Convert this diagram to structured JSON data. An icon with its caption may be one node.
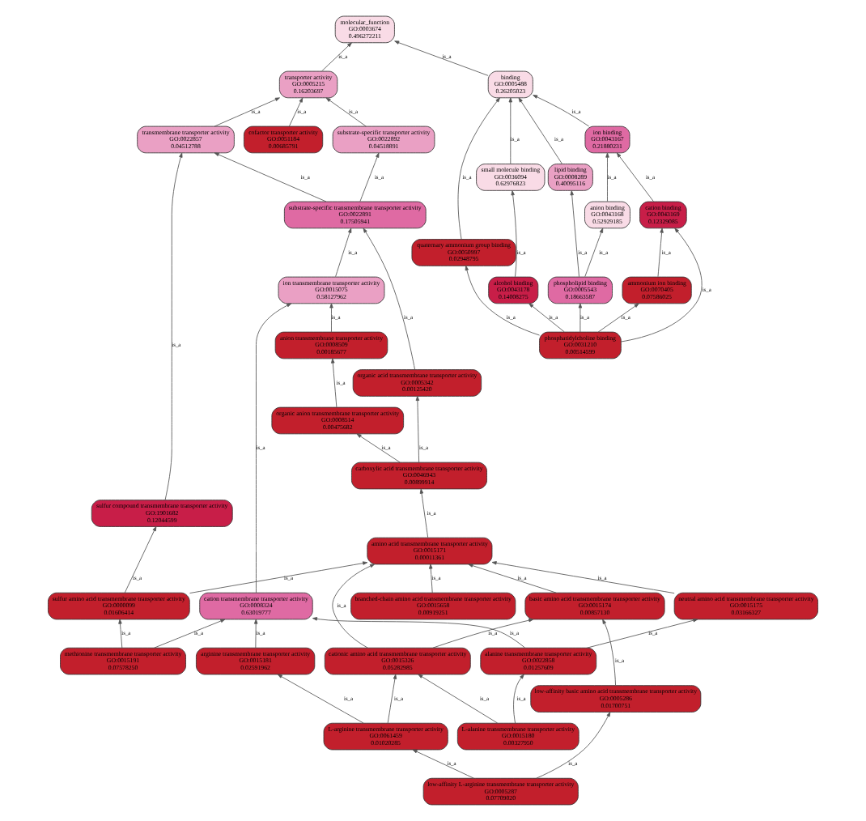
{
  "diagram": {
    "nodes": [
      {
        "text": [
          "molecular_function",
          "GO:0003674",
          "0.496272211"
        ]
      },
      {
        "text": [
          "transporter activity",
          "GO:0005215",
          "0.16203697"
        ]
      },
      {
        "text": [
          "binding",
          "GO:0005488",
          "0.26205023"
        ]
      },
      {
        "text": [
          "transmembrane transporter activity",
          "GO:0022857",
          "0.04512788"
        ]
      },
      {
        "text": [
          "cofactor transporter activity",
          "GO:0051184",
          "0.00685791"
        ]
      },
      {
        "text": [
          "substrate-specific transporter activity",
          "GO:0022892",
          "0.04518891"
        ]
      },
      {
        "text": [
          "small molecule binding",
          "GO:0036094",
          "0.62976823"
        ]
      },
      {
        "text": [
          "ion binding",
          "GO:0043167",
          "0.21880231"
        ]
      },
      {
        "text": [
          "quaternary ammonium group binding",
          "GO:0050997",
          "0.02948795"
        ]
      },
      {
        "text": [
          "lipid binding",
          "GO:0008289",
          "0.40095116"
        ]
      },
      {
        "text": [
          "anion binding",
          "GO:0043168",
          "0.52929185"
        ]
      },
      {
        "text": [
          "cation binding",
          "GO:0043169",
          "0.12329085"
        ]
      },
      {
        "text": [
          "substrate-specific transmembrane transporter activity",
          "GO:0022891",
          "0.17505941"
        ]
      },
      {
        "text": [
          "alcohol binding",
          "GO:0043178",
          "0.14008275"
        ]
      },
      {
        "text": [
          "ion transmembrane transporter activity",
          "GO:0015075",
          "0.58127962"
        ]
      },
      {
        "text": [
          "organic acid transmembrane transporter activity",
          "GO:0005342",
          "0.00125420"
        ]
      },
      {
        "text": [
          "phospholipid binding",
          "GO:0005543",
          "0.18663587"
        ]
      },
      {
        "text": [
          "ammonium ion binding",
          "GO:0070405",
          "0.07586025"
        ]
      },
      {
        "text": [
          "anion transmembrane transporter activity",
          "GO:0008509",
          "0.00185677"
        ]
      },
      {
        "text": [
          "sulfur compound transmembrane transporter activity",
          "GO:1901682",
          "0.12044599"
        ]
      },
      {
        "text": [
          "phosphatidylcholine binding",
          "GO:0031210",
          "0.00514599"
        ]
      },
      {
        "text": [
          "organic anion transmembrane transporter activity",
          "GO:0008514",
          "0.00475682"
        ]
      },
      {
        "text": [
          "carboxylic acid transmembrane transporter activity",
          "GO:0046943",
          "0.00899914"
        ]
      },
      {
        "text": [
          "amino acid transmembrane transporter activity",
          "GO:0015171",
          "0.00011361"
        ]
      },
      {
        "text": [
          "sulfur amino acid transmembrane transporter activity",
          "GO:0000099",
          "0.01606414"
        ]
      },
      {
        "text": [
          "cation transmembrane transporter activity",
          "GO:0008324",
          "0.63019777"
        ]
      },
      {
        "text": [
          "basic amino acid transmembrane transporter activity",
          "GO:0015174",
          "0.00857130"
        ]
      },
      {
        "text": [
          "neutral amino acid transmembrane transporter activity",
          "GO:0015175",
          "0.03166327"
        ]
      },
      {
        "text": [
          "branched-chain amino acid transmembrane transporter activity",
          "GO:0015658",
          "0.00919251"
        ]
      },
      {
        "text": [
          "methionine transmembrane transporter activity",
          "GO:0015191",
          "0.07578250"
        ]
      },
      {
        "text": [
          "arginine transmembrane transporter activity",
          "GO:0015181",
          "0.02591962"
        ]
      },
      {
        "text": [
          "cationic amino acid transmembrane transporter activity",
          "GO:0015326",
          "0.05282985"
        ]
      },
      {
        "text": [
          "alanine transmembrane transporter activity",
          "GO:0022858",
          "0.01257609"
        ]
      },
      {
        "text": [
          "low-affinity basic amino acid transmembrane transporter activity",
          "GO:0005286",
          "0.01700751"
        ]
      },
      {
        "text": [
          "L-arginine transmembrane transporter activity",
          "GO:0061459",
          "0.01020285"
        ]
      },
      {
        "text": [
          "L-alanine transmembrane transporter activity",
          "GO:0015180",
          "0.00327950"
        ]
      },
      {
        "text": [
          "low-affinity L-arginine transmembrane transporter activity",
          "GO:0005287",
          "0.07709020"
        ]
      }
    ],
    "edges": [
      {
        "from": 1,
        "to": 0,
        "arrow": "to",
        "label": "is_a"
      },
      {
        "from": 2,
        "to": 0,
        "arrow": "to",
        "label": "is_a"
      },
      {
        "from": 3,
        "to": 1,
        "arrow": "to",
        "label": "is_a"
      },
      {
        "from": 4,
        "to": 1,
        "arrow": "to",
        "label": "is_a"
      },
      {
        "from": 5,
        "to": 1,
        "arrow": "to",
        "label": "is_a"
      },
      {
        "from": 6,
        "to": 2,
        "arrow": "to",
        "label": "is_a"
      },
      {
        "from": 7,
        "to": 2,
        "arrow": "to",
        "label": "is_a"
      },
      {
        "from": 8,
        "to": 2,
        "arrow": "to",
        "label": "is_a"
      },
      {
        "from": 9,
        "to": 2,
        "arrow": "to",
        "label": "is_a"
      },
      {
        "from": 10,
        "to": 7,
        "arrow": "to",
        "label": "is_a"
      },
      {
        "from": 11,
        "to": 7,
        "arrow": "to",
        "label": "is_a"
      },
      {
        "from": 12,
        "to": 3,
        "arrow": "to",
        "label": "is_a"
      },
      {
        "from": 12,
        "to": 5,
        "arrow": "to",
        "label": "is_a"
      },
      {
        "from": 13,
        "to": 6,
        "arrow": "to",
        "label": "is_a"
      },
      {
        "from": 14,
        "to": 12,
        "arrow": "to",
        "label": "is_a"
      },
      {
        "from": 15,
        "to": 12,
        "arrow": "to",
        "label": "is_a"
      },
      {
        "from": 16,
        "to": 10,
        "arrow": "to",
        "label": "is_a"
      },
      {
        "from": 16,
        "to": 9,
        "arrow": "to",
        "label": "is_a"
      },
      {
        "from": 17,
        "to": 11,
        "arrow": "to",
        "label": "is_a"
      },
      {
        "from": 18,
        "to": 14,
        "arrow": "to",
        "label": "is_a"
      },
      {
        "from": 19,
        "to": 3,
        "arrow": "to",
        "label": "is_a"
      },
      {
        "from": 20,
        "to": 8,
        "arrow": "to",
        "label": "is_a"
      },
      {
        "from": 20,
        "to": 13,
        "arrow": "to",
        "label": "is_a"
      },
      {
        "from": 20,
        "to": 16,
        "arrow": "to",
        "label": "is_a"
      },
      {
        "from": 20,
        "to": 11,
        "arrow": "to",
        "label": "is_a"
      },
      {
        "from": 20,
        "to": 17,
        "arrow": "to",
        "label": "is_a"
      },
      {
        "from": 21,
        "to": 18,
        "arrow": "to",
        "label": "is_a"
      },
      {
        "from": 22,
        "to": 21,
        "arrow": "to",
        "label": "is_a"
      },
      {
        "from": 22,
        "to": 15,
        "arrow": "to",
        "label": "is_a"
      },
      {
        "from": 23,
        "to": 22,
        "arrow": "to",
        "label": "is_a"
      },
      {
        "from": 24,
        "to": 19,
        "arrow": "to",
        "label": "is_a"
      },
      {
        "from": 24,
        "to": 23,
        "arrow": "to",
        "label": "is_a"
      },
      {
        "from": 25,
        "to": 14,
        "arrow": "to",
        "label": "is_a"
      },
      {
        "from": 26,
        "to": 23,
        "arrow": "to",
        "label": "is_a"
      },
      {
        "from": 27,
        "to": 23,
        "arrow": "to",
        "label": "is_a"
      },
      {
        "from": 28,
        "to": 23,
        "arrow": "to",
        "label": "is_a"
      },
      {
        "from": 29,
        "to": 24,
        "arrow": "to",
        "label": "is_a"
      },
      {
        "from": 29,
        "to": 25,
        "arrow": "to",
        "label": "is_a"
      },
      {
        "from": 30,
        "to": 25,
        "arrow": "to",
        "label": "is_a"
      },
      {
        "from": 31,
        "to": 26,
        "arrow": "to",
        "label": "is_a"
      },
      {
        "from": 31,
        "to": 23,
        "arrow": "to",
        "label": "is_a"
      },
      {
        "from": 32,
        "to": 27,
        "arrow": "to",
        "label": "is_a"
      },
      {
        "from": 32,
        "to": 25,
        "arrow": "to",
        "label": "is_a"
      },
      {
        "from": 33,
        "to": 26,
        "arrow": "to",
        "label": "is_a"
      },
      {
        "from": 34,
        "to": 30,
        "arrow": "to",
        "label": "is_a"
      },
      {
        "from": 34,
        "to": 31,
        "arrow": "to",
        "label": "is_a"
      },
      {
        "from": 35,
        "to": 32,
        "arrow": "to",
        "label": "is_a"
      },
      {
        "from": 35,
        "to": 31,
        "arrow": "to",
        "label": "is_a"
      },
      {
        "from": 36,
        "to": 33,
        "arrow": "to",
        "label": "is_a"
      },
      {
        "from": 36,
        "to": 34,
        "arrow": "to",
        "label": "is_a"
      }
    ]
  }
}
